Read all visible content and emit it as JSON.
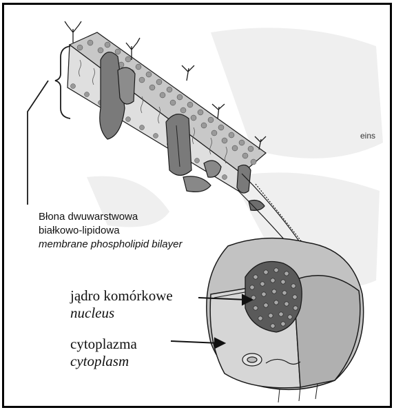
{
  "membrane": {
    "line1": "Błona dwuwarstwowa",
    "line2": "białkowo-lipidowa",
    "line3": "membrane phospholipid bilayer"
  },
  "nucleus": {
    "polish": "jądro komórkowe",
    "english": "nucleus"
  },
  "cytoplasm": {
    "polish": "cytoplazma",
    "english": "cytoplasm"
  },
  "background_fragment": "eins",
  "colors": {
    "outline": "#1a1a1a",
    "tissue": "#b4b4b4",
    "protein": "#7a7a7a",
    "nucleus": "#5a5a5a"
  }
}
